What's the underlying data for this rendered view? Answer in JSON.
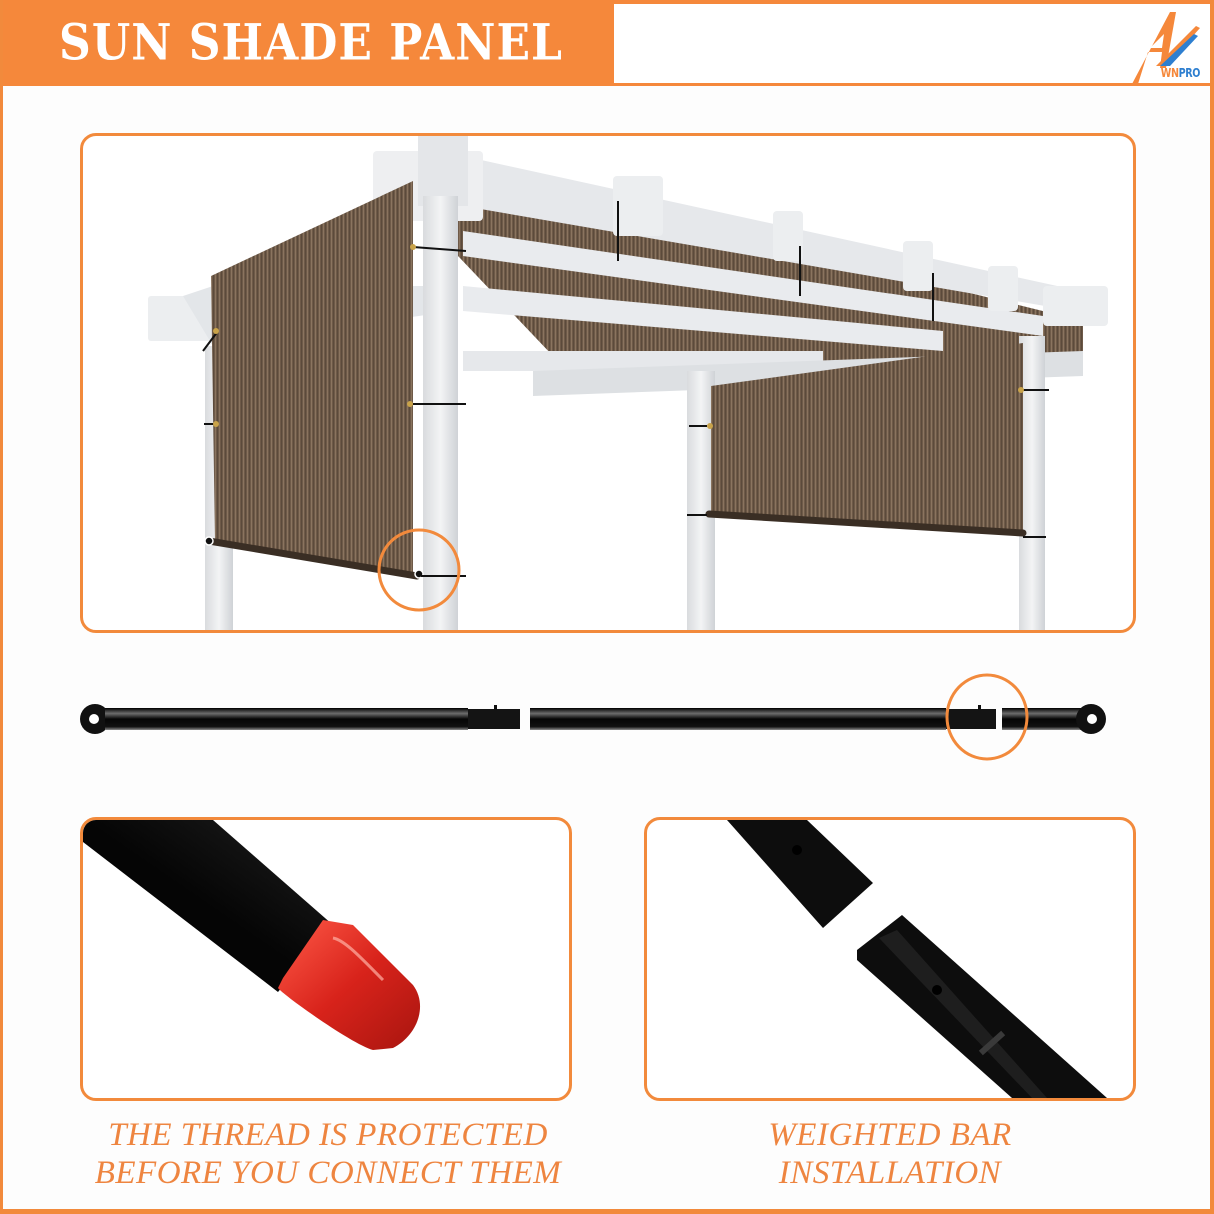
{
  "header": {
    "title": "SUN SHADE PANEL",
    "brand": {
      "prefix": "WN",
      "suffix": "PRO",
      "logo_icon": "awnpro-a-logo"
    }
  },
  "images": {
    "pergola": {
      "label": "pergola-with-shade-panels",
      "highlight": "weighted-bar-end-circle"
    },
    "bar": {
      "label": "weighted-bar-assembled",
      "highlight": "bar-joint-circle"
    },
    "cap": {
      "label": "bar-end-with-red-thread-cap"
    },
    "joint": {
      "label": "bar-sections-connecting"
    }
  },
  "captions": {
    "left": {
      "line1": "THE THREAD IS PROTECTED",
      "line2": "BEFORE YOU CONNECT THEM"
    },
    "right": {
      "line1": "WEIGHTED BAR",
      "line2": "INSTALLATION"
    }
  },
  "colors": {
    "accent": "#f5883b",
    "brand_blue": "#2e7fd0",
    "shade_cloth": "#6e5a48",
    "pergola_white": "#e9ebee",
    "bar_black": "#0c0c0c",
    "cap_red": "#d8231b"
  }
}
